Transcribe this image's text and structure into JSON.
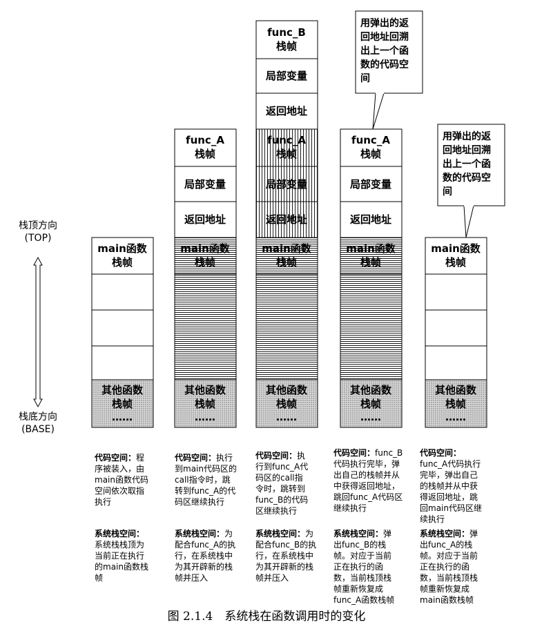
{
  "axis": {
    "top_label": "栈顶方向",
    "top_sub": "(TOP)",
    "bottom_label": "栈底方向",
    "bottom_sub": "(BASE)"
  },
  "columns": [
    {
      "frames": {
        "other": [
          "其他函数",
          "栈帧",
          "……"
        ],
        "main": [
          "main函数",
          "栈帧"
        ]
      },
      "code_label": "代码空间：",
      "code_text": "程\n序被装入，由\nmain函数代码\n空间依次取指\n执行",
      "stack_label": "系统栈空间：",
      "stack_text": "\n系统栈栈顶为\n当前正在执行\n的main函数栈\n帧"
    },
    {
      "frames": {
        "other": [
          "其他函数",
          "栈帧",
          "……"
        ],
        "main": [
          "main函数",
          "栈帧"
        ],
        "func_a": [
          "func_A",
          "栈帧"
        ],
        "local": "局部变量",
        "ret": "返回地址"
      },
      "code_label": "代码空间：",
      "code_text": "执行\n到main代码区的\ncall指令时，跳\n转到func_A的代\n码区继续执行",
      "stack_label": "系统栈空间：",
      "stack_text": "为\n配合func_A的执\n行，在系统栈中\n为其开辟新的栈\n帧并压入"
    },
    {
      "frames": {
        "other": [
          "其他函数",
          "栈帧",
          "……"
        ],
        "main": [
          "main函数",
          "栈帧"
        ],
        "func_a": [
          "func_A",
          "栈帧"
        ],
        "local": "局部变量",
        "ret": "返回地址",
        "func_b": [
          "func_B",
          "栈帧"
        ],
        "local_b": "局部变量",
        "ret_b": "返回地址"
      },
      "code_label": "代码空间：",
      "code_text": "执\n行到func_A代\n码区的call指\n令时，跳转到\nfunc_B的代码\n区继续执行",
      "stack_label": "系统栈空间：",
      "stack_text": "为\n配合func_B的执\n行，在系统栈中\n为其开辟新的栈\n帧并压入"
    },
    {
      "frames": {
        "other": [
          "其他函数",
          "栈帧",
          "……"
        ],
        "main": [
          "main函数",
          "栈帧"
        ],
        "func_a": [
          "func_A",
          "栈帧"
        ],
        "local": "局部变量",
        "ret": "返回地址"
      },
      "code_label": "代码空间：",
      "code_text": "func_B\n代码执行完毕，弹\n出自己的栈帧并从\n中获得返回地址，\n跳回func_A代码区\n继续执行",
      "stack_label": "系统栈空间：",
      "stack_text": "弹\n出func_B的栈\n帧。对应于当前\n正在执行的函\n数，当前栈顶栈\n帧重新恢复成\nfunc_A函数栈帧"
    },
    {
      "frames": {
        "other": [
          "其他函数",
          "栈帧",
          "……"
        ],
        "main": [
          "main函数",
          "栈帧"
        ]
      },
      "code_label": "代码空间：",
      "code_text": "\nfunc_A代码执行\n完毕，弹出自己\n的栈帧并从中获\n得返回地址，跳\n回main代码区继\n续执行",
      "stack_label": "系统栈空间：",
      "stack_text": "弹\n出func_A的栈\n帧。对应于当前\n正在执行的函\n数，当前栈顶栈\n帧重新恢复成\nmain函数栈帧"
    }
  ],
  "callouts": [
    [
      "用弹出的返",
      "回地址回溯",
      "出上一个函",
      "数的代码空",
      "间"
    ],
    [
      "用弹出的返",
      "回地址回溯",
      "出上一个函",
      "数的代码空",
      "间"
    ]
  ],
  "caption": "图 2.1.4　系统栈在函数调用时的变化"
}
